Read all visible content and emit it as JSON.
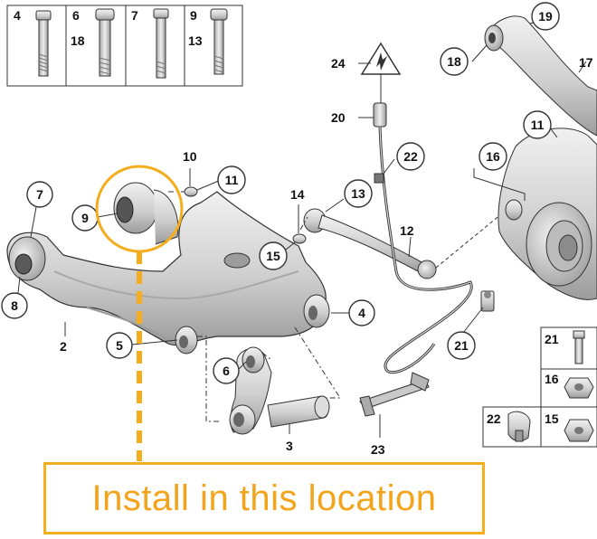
{
  "bolt_table": {
    "cells": [
      {
        "labels": [
          "4"
        ]
      },
      {
        "labels": [
          "6",
          "18"
        ]
      },
      {
        "labels": [
          "7"
        ]
      },
      {
        "labels": [
          "9",
          "13"
        ]
      }
    ]
  },
  "parts_table": {
    "rows": [
      {
        "left": "21",
        "right": ""
      },
      {
        "left": "16",
        "right": ""
      },
      {
        "left": "22",
        "right": "15"
      }
    ]
  },
  "part_numbers": {
    "p2": "2",
    "p3": "3",
    "p4": "4",
    "p5": "5",
    "p6": "6",
    "p7": "7",
    "p8": "8",
    "p9": "9",
    "p10": "10",
    "p11a": "11",
    "p11b": "11",
    "p12": "12",
    "p13": "13",
    "p14": "14",
    "p15": "15",
    "p16": "16",
    "p17": "17",
    "p18": "18",
    "p19": "19",
    "p20": "20",
    "p21": "21",
    "p22": "22",
    "p23": "23",
    "p24": "24"
  },
  "callout": {
    "text": "Install in this location",
    "color": "#f3ad1d"
  },
  "colors": {
    "metal_light": "#e6e6e6",
    "metal_mid": "#bdbdbd",
    "metal_dark": "#8a8a8a",
    "outline": "#333333"
  }
}
